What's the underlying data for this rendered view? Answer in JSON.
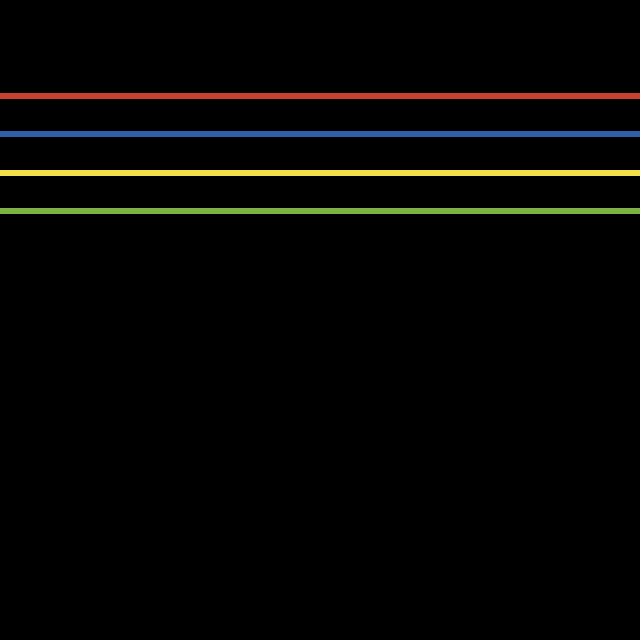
{
  "background_color": "#000000",
  "stripes": [
    {
      "color_name": "red",
      "color": "#C8402F"
    },
    {
      "color_name": "blue",
      "color": "#2F5FA8"
    },
    {
      "color_name": "yellow",
      "color": "#F2E04A"
    },
    {
      "color_name": "green",
      "color": "#7CB342"
    }
  ]
}
